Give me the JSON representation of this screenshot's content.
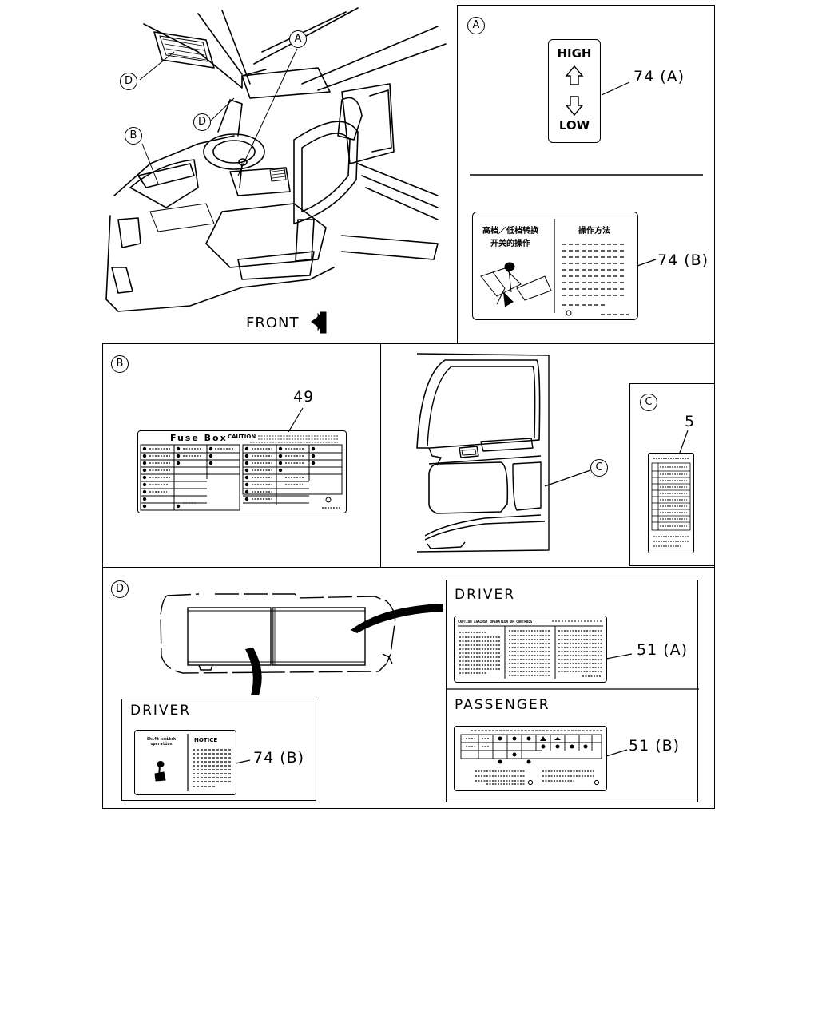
{
  "main_view": {
    "callouts": [
      "A",
      "B",
      "D",
      "D"
    ],
    "front_label": "FRONT"
  },
  "panel_a": {
    "marker": "A",
    "upper_label": {
      "line1": "HIGH",
      "line2": "LOW"
    },
    "upper_callout": "74 (A)",
    "lower_label": {
      "title_line1": "高档／低档转换",
      "title_line2": "开关的操作",
      "right_title": "操作方法"
    },
    "lower_callout": "74 (B)"
  },
  "panel_b": {
    "marker": "B",
    "callout": "49",
    "label_title": "Fuse Box",
    "label_caution": "CAUTION"
  },
  "panel_door": {
    "callout_marker": "C"
  },
  "panel_c": {
    "marker": "C",
    "callout": "5"
  },
  "panel_d": {
    "marker": "D",
    "left_box": {
      "heading": "DRIVER",
      "label_left_title": "Shift switch operation",
      "label_right_title": "NOTICE",
      "callout": "74 (B)"
    },
    "right_top": {
      "heading": "DRIVER",
      "label_title": "CAUTION AGAINST OPERATION OF CONTROLS",
      "callout": "51 (A)"
    },
    "right_bottom": {
      "heading": "PASSENGER",
      "callout": "51 (B)"
    }
  }
}
